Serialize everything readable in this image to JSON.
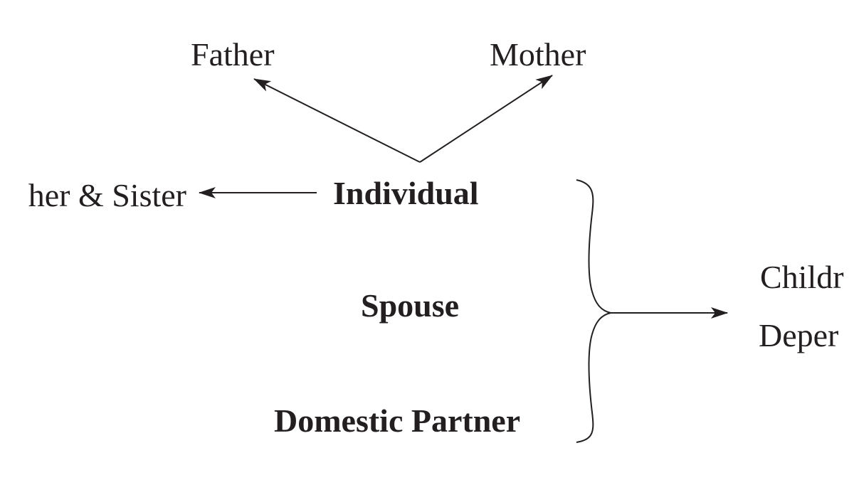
{
  "diagram": {
    "nodes": {
      "father": "Father",
      "mother": "Mother",
      "sibling": "her & Sister",
      "individual": "Individual",
      "spouse": "Spouse",
      "domestic_partner": "Domestic Partner",
      "children": "Childr",
      "dependents": "Deper"
    },
    "colors": {
      "ink": "#231f20",
      "background": "#ffffff"
    }
  }
}
